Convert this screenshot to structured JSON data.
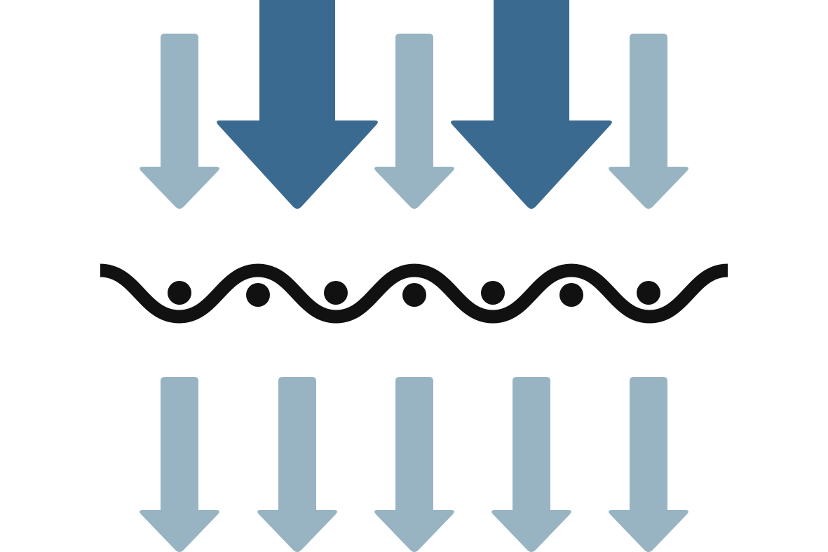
{
  "diagram": {
    "type": "filtration-icon",
    "background": "#ffffff",
    "colors": {
      "light_arrow": "#98b4c2",
      "dark_arrow": "#3b6a91",
      "membrane": "#111111",
      "particle": "#111111"
    },
    "top_row": {
      "arrows": [
        {
          "kind": "small",
          "color_role": "light_arrow"
        },
        {
          "kind": "large",
          "color_role": "dark_arrow"
        },
        {
          "kind": "small",
          "color_role": "light_arrow"
        },
        {
          "kind": "large",
          "color_role": "dark_arrow"
        },
        {
          "kind": "small",
          "color_role": "light_arrow"
        }
      ]
    },
    "membrane": {
      "shape": "wave",
      "particle_count": 7
    },
    "bottom_row": {
      "arrows": [
        {
          "kind": "small",
          "color_role": "light_arrow"
        },
        {
          "kind": "small",
          "color_role": "light_arrow"
        },
        {
          "kind": "small",
          "color_role": "light_arrow"
        },
        {
          "kind": "small",
          "color_role": "light_arrow"
        },
        {
          "kind": "small",
          "color_role": "light_arrow"
        }
      ]
    }
  }
}
